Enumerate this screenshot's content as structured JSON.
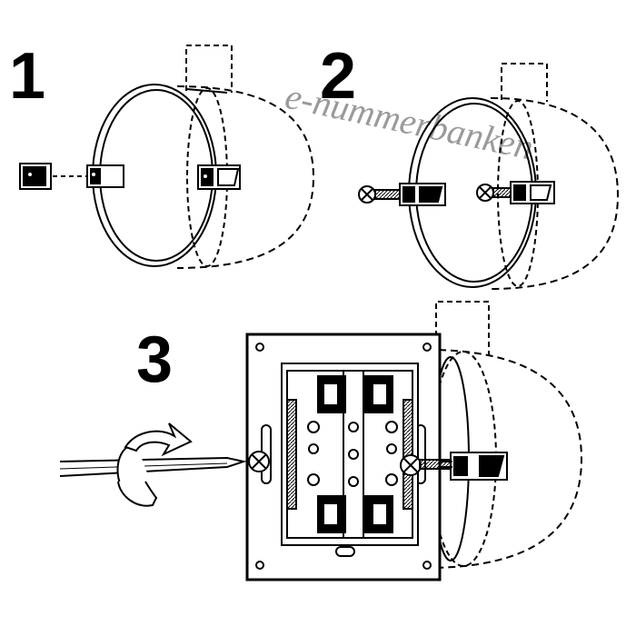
{
  "steps": [
    {
      "number": "1"
    },
    {
      "number": "2"
    },
    {
      "number": "3"
    }
  ],
  "watermark": "e-nummerbanken",
  "colors": {
    "line": "#000000",
    "background": "#ffffff",
    "watermark": "#9a9a9a"
  }
}
